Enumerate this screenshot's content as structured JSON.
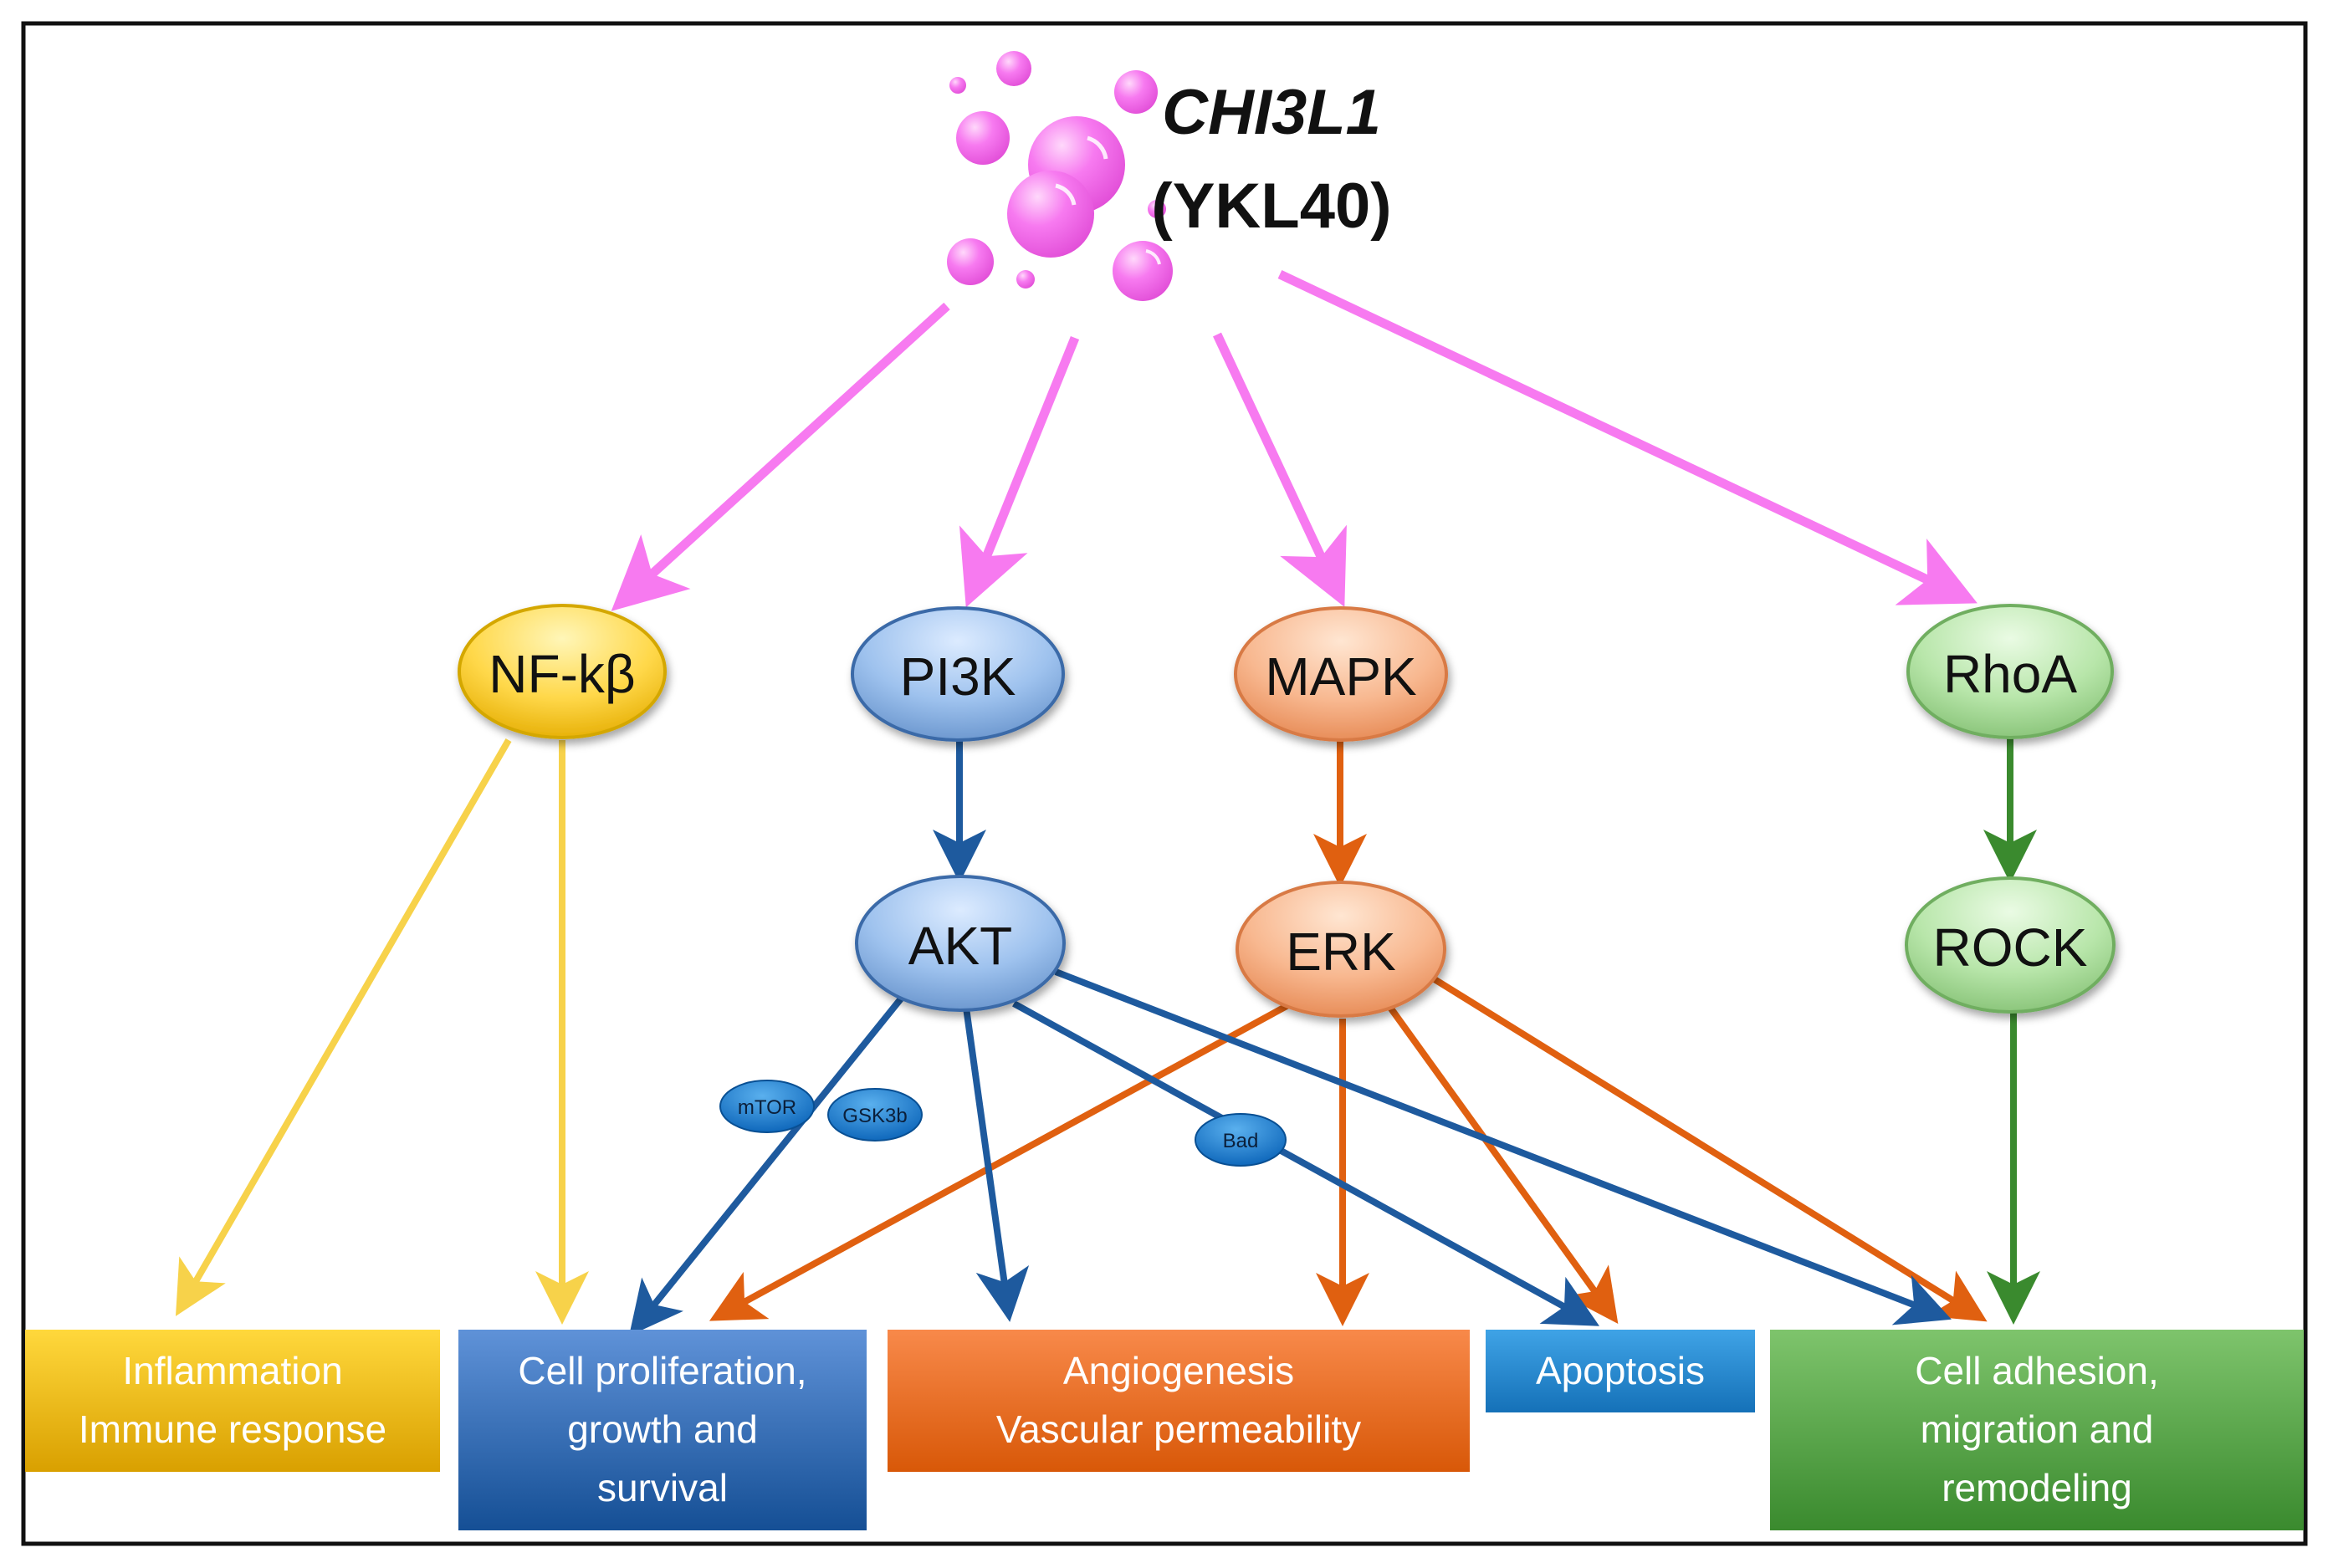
{
  "title": {
    "gene": "CHI3L1",
    "protein": "(YKL40)"
  },
  "colors": {
    "pink": "#f77af0",
    "yellow": "#f7d24a",
    "blue": "#1e5a9e",
    "orange": "#e06010",
    "green": "#3a8a2e"
  },
  "nodes": {
    "nfkb": "NF-kβ",
    "pi3k": "PI3K",
    "mapk": "MAPK",
    "rhoa": "RhoA",
    "akt": "AKT",
    "erk": "ERK",
    "rock": "ROCK",
    "mtor": "mTOR",
    "gsk3b": "GSK3b",
    "bad": "Bad"
  },
  "outcomes": {
    "inflammation": [
      "Inflammation",
      "Immune response"
    ],
    "proliferation": [
      "Cell proliferation,",
      "growth and",
      "survival"
    ],
    "angiogenesis": [
      "Angiogenesis",
      "Vascular permeability"
    ],
    "apoptosis": [
      "Apoptosis"
    ],
    "adhesion": [
      "Cell adhesion,",
      "migration and",
      "remodeling"
    ]
  }
}
